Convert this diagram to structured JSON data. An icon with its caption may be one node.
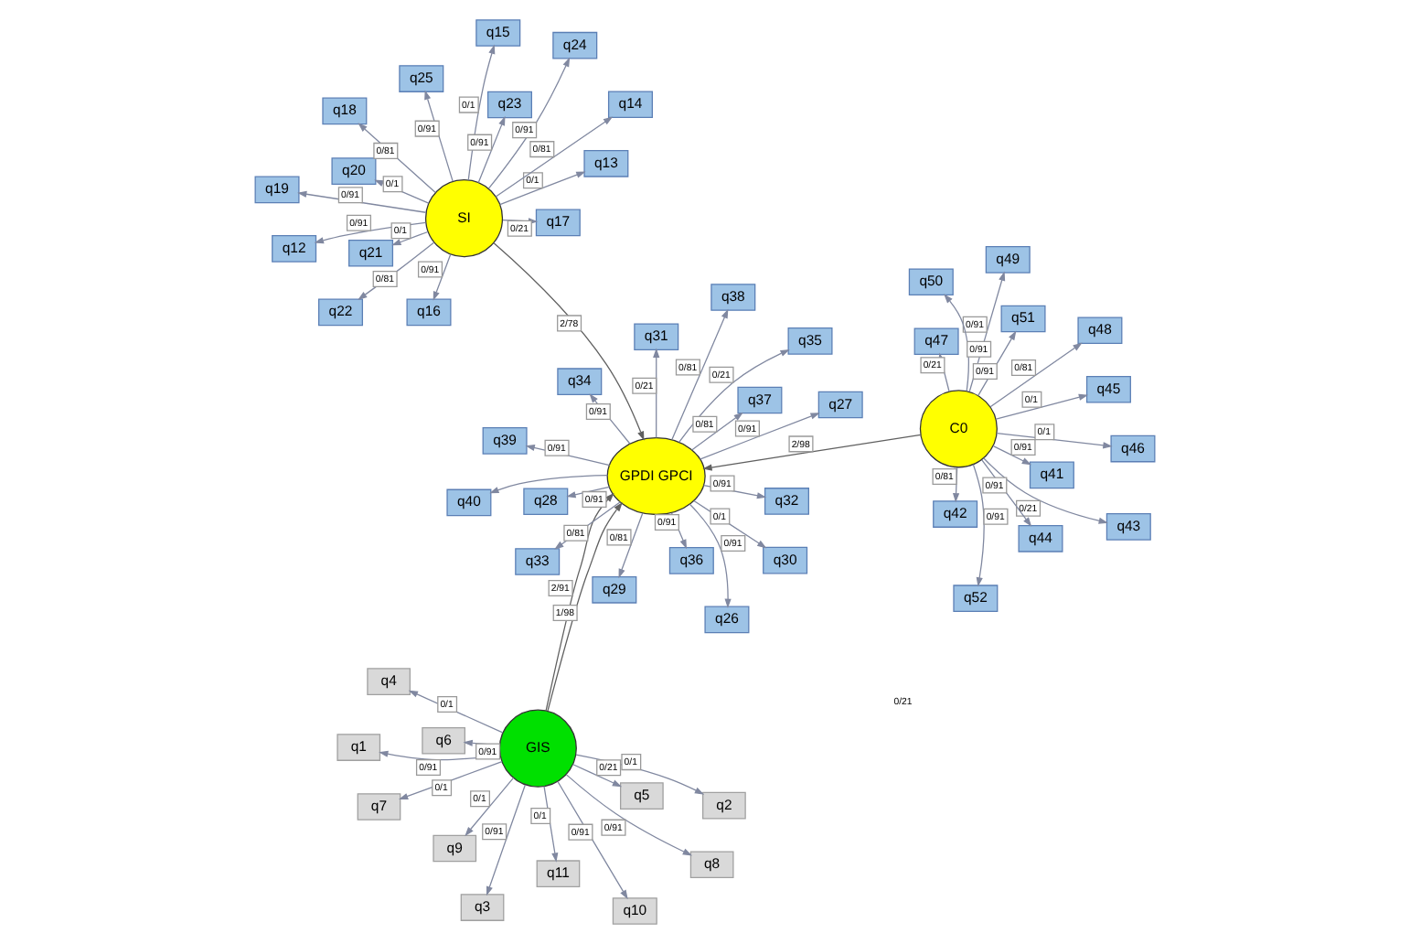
{
  "diagram": {
    "nodes": [
      {
        "text": [
          "q1"
        ]
      },
      {
        "text": [
          "q2"
        ]
      },
      {
        "text": [
          "q3"
        ]
      },
      {
        "text": [
          "q4"
        ]
      },
      {
        "text": [
          "q5"
        ]
      },
      {
        "text": [
          "q6"
        ]
      },
      {
        "text": [
          "q7"
        ]
      },
      {
        "text": [
          "q8"
        ]
      },
      {
        "text": [
          "q9"
        ]
      },
      {
        "text": [
          "q10"
        ]
      },
      {
        "text": [
          "q11"
        ]
      },
      {
        "text": [
          "q12"
        ]
      },
      {
        "text": [
          "q13"
        ]
      },
      {
        "text": [
          "q14"
        ]
      },
      {
        "text": [
          "q15"
        ]
      },
      {
        "text": [
          "q16"
        ]
      },
      {
        "text": [
          "q17"
        ]
      },
      {
        "text": [
          "q18"
        ]
      },
      {
        "text": [
          "q19"
        ]
      },
      {
        "text": [
          "q20"
        ]
      },
      {
        "text": [
          "q21"
        ]
      },
      {
        "text": [
          "q22"
        ]
      },
      {
        "text": [
          "q23"
        ]
      },
      {
        "text": [
          "q24"
        ]
      },
      {
        "text": [
          "q25"
        ]
      },
      {
        "text": [
          "q26"
        ]
      },
      {
        "text": [
          "q27"
        ]
      },
      {
        "text": [
          "q28"
        ]
      },
      {
        "text": [
          "q29"
        ]
      },
      {
        "text": [
          "q30"
        ]
      },
      {
        "text": [
          "q31"
        ]
      },
      {
        "text": [
          "q32"
        ]
      },
      {
        "text": [
          "q33"
        ]
      },
      {
        "text": [
          "q34"
        ]
      },
      {
        "text": [
          "q35"
        ]
      },
      {
        "text": [
          "q36"
        ]
      },
      {
        "text": [
          "q37"
        ]
      },
      {
        "text": [
          "q38"
        ]
      },
      {
        "text": [
          "q39"
        ]
      },
      {
        "text": [
          "q40"
        ]
      },
      {
        "text": [
          "SI"
        ]
      },
      {
        "text": [
          "GIS"
        ]
      },
      {
        "text": [
          "GPDI GPCI"
        ]
      },
      {
        "text": [
          "C0"
        ]
      },
      {
        "text": [
          "q41"
        ]
      },
      {
        "text": [
          "q42"
        ]
      },
      {
        "text": [
          "q43"
        ]
      },
      {
        "text": [
          "q44"
        ]
      },
      {
        "text": [
          "q45"
        ]
      },
      {
        "text": [
          "q46"
        ]
      },
      {
        "text": [
          "q47"
        ]
      },
      {
        "text": [
          "q48"
        ]
      },
      {
        "text": [
          "q49"
        ]
      },
      {
        "text": [
          "q50"
        ]
      },
      {
        "text": [
          "q51"
        ]
      },
      {
        "text": [
          "q52"
        ]
      }
    ],
    "edges": [
      {
        "from": 41,
        "to": 0,
        "arrow": "to",
        "label": "0/91"
      },
      {
        "from": 41,
        "to": 1,
        "arrow": "to",
        "label": "0/1"
      },
      {
        "from": 41,
        "to": 2,
        "arrow": "to",
        "label": "0/91"
      },
      {
        "from": 41,
        "to": 3,
        "arrow": "to",
        "label": "0/1"
      },
      {
        "from": 41,
        "to": 4,
        "arrow": "to",
        "label": "0/21"
      },
      {
        "from": 41,
        "to": 5,
        "arrow": "to",
        "label": "0/91"
      },
      {
        "from": 41,
        "to": 6,
        "arrow": "to",
        "label": "0/1"
      },
      {
        "from": 41,
        "to": 7,
        "arrow": "to",
        "label": "0/91"
      },
      {
        "from": 41,
        "to": 8,
        "arrow": "to",
        "label": "0/1"
      },
      {
        "from": 41,
        "to": 9,
        "arrow": "to",
        "label": "0/91"
      },
      {
        "from": 41,
        "to": 10,
        "arrow": "to",
        "label": "0/1"
      },
      {
        "from": 40,
        "to": 11,
        "arrow": "to",
        "label": "0/91"
      },
      {
        "from": 40,
        "to": 12,
        "arrow": "to",
        "label": "0/1"
      },
      {
        "from": 40,
        "to": 13,
        "arrow": "to",
        "label": "0/81"
      },
      {
        "from": 40,
        "to": 14,
        "arrow": "to",
        "label": "0/1"
      },
      {
        "from": 40,
        "to": 15,
        "arrow": "to",
        "label": "0/91"
      },
      {
        "from": 40,
        "to": 16,
        "arrow": "to",
        "label": "0/21"
      },
      {
        "from": 40,
        "to": 17,
        "arrow": "to",
        "label": "0/81"
      },
      {
        "from": 40,
        "to": 18,
        "arrow": "to",
        "label": "0/91"
      },
      {
        "from": 40,
        "to": 19,
        "arrow": "to",
        "label": "0/1"
      },
      {
        "from": 40,
        "to": 20,
        "arrow": "to",
        "label": "0/1"
      },
      {
        "from": 40,
        "to": 21,
        "arrow": "to",
        "label": "0/81"
      },
      {
        "from": 40,
        "to": 22,
        "arrow": "to",
        "label": "0/91"
      },
      {
        "from": 40,
        "to": 23,
        "arrow": "to",
        "label": "0/91"
      },
      {
        "from": 40,
        "to": 24,
        "arrow": "to",
        "label": "0/91"
      },
      {
        "from": 42,
        "to": 25,
        "arrow": "to",
        "label": "0/91"
      },
      {
        "from": 42,
        "to": 26,
        "arrow": "to",
        "label": "0/91"
      },
      {
        "from": 42,
        "to": 27,
        "arrow": "to",
        "label": "0/91"
      },
      {
        "from": 42,
        "to": 28,
        "arrow": "to",
        "label": "0/81"
      },
      {
        "from": 42,
        "to": 29,
        "arrow": "to",
        "label": "0/1"
      },
      {
        "from": 42,
        "to": 30,
        "arrow": "to",
        "label": "0/21"
      },
      {
        "from": 42,
        "to": 31,
        "arrow": "to",
        "label": "0/91"
      },
      {
        "from": 42,
        "to": 32,
        "arrow": "to",
        "label": "0/81"
      },
      {
        "from": 42,
        "to": 33,
        "arrow": "to",
        "label": "0/91"
      },
      {
        "from": 42,
        "to": 34,
        "arrow": "to",
        "label": "0/21"
      },
      {
        "from": 42,
        "to": 35,
        "arrow": "to",
        "label": "0/91"
      },
      {
        "from": 42,
        "to": 36,
        "arrow": "to",
        "label": "0/81"
      },
      {
        "from": 42,
        "to": 37,
        "arrow": "to",
        "label": "0/81"
      },
      {
        "from": 42,
        "to": 38,
        "arrow": "to",
        "label": "0/91"
      },
      {
        "from": 42,
        "to": 39,
        "arrow": "to"
      },
      {
        "from": 40,
        "to": 42,
        "arrow": "to",
        "label": "2/78"
      },
      {
        "from": 41,
        "to": 42,
        "arrow": "to",
        "label": "2/91"
      },
      {
        "from": 41,
        "to": 42,
        "arrow": "to",
        "label": "1/98"
      },
      {
        "from": 43,
        "to": 42,
        "arrow": "to",
        "label": "2/98"
      },
      {
        "from": 43,
        "to": 44,
        "arrow": "to",
        "label": "0/91"
      },
      {
        "from": 43,
        "to": 45,
        "arrow": "to",
        "label": "0/81"
      },
      {
        "from": 43,
        "to": 46,
        "arrow": "to",
        "label": "0/21"
      },
      {
        "from": 43,
        "to": 47,
        "arrow": "to",
        "label": "0/91"
      },
      {
        "from": 43,
        "to": 48,
        "arrow": "to",
        "label": "0/1"
      },
      {
        "from": 43,
        "to": 49,
        "arrow": "to",
        "label": "0/1"
      },
      {
        "from": 43,
        "to": 50,
        "arrow": "to",
        "label": "0/21"
      },
      {
        "from": 43,
        "to": 51,
        "arrow": "to",
        "label": "0/81"
      },
      {
        "from": 43,
        "to": 52,
        "arrow": "to",
        "label": "0/91"
      },
      {
        "from": 43,
        "to": 53,
        "arrow": "to",
        "label": "0/91"
      },
      {
        "from": 43,
        "to": 54,
        "arrow": "to",
        "label": "0/91"
      },
      {
        "from": 43,
        "to": 55,
        "arrow": "to",
        "label": "0/91"
      }
    ],
    "labels": [
      "0/21"
    ]
  }
}
